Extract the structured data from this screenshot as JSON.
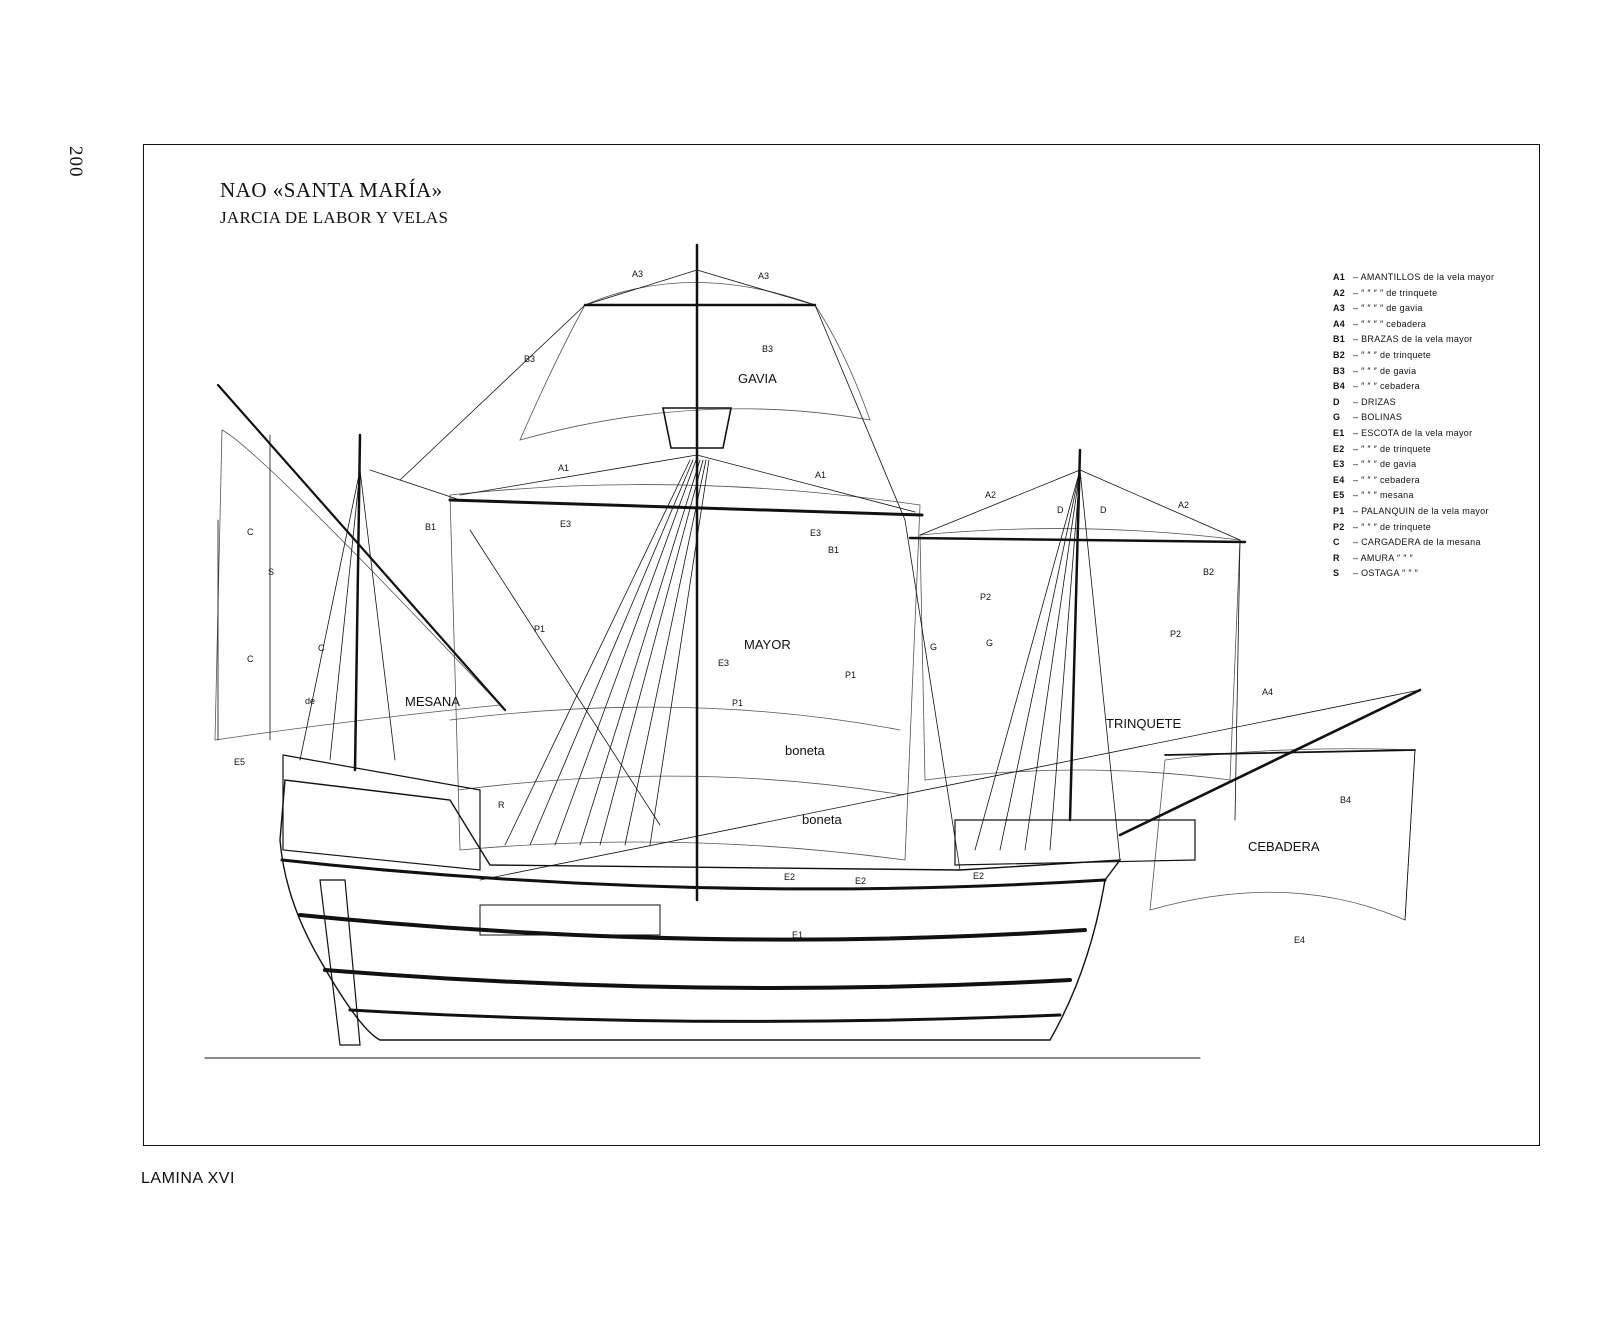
{
  "page": {
    "number": "200",
    "plate_label": "LAMINA XVI"
  },
  "title": "NAO «SANTA MARÍA»",
  "subtitle": "JARCIA DE LABOR Y VELAS",
  "sails": {
    "gavia": "GAVIA",
    "mayor": "MAYOR",
    "boneta_1": "boneta",
    "boneta_2": "boneta",
    "mesana": "MESANA",
    "trinquete": "TRINQUETE",
    "cebadera": "CEBADERA"
  },
  "rope_labels": {
    "a3_left": "A3",
    "a3_right": "A3",
    "b3_left": "B3",
    "b3_right": "B3",
    "a1_left": "A1",
    "a1_right": "A1",
    "e3_left": "E3",
    "e3_right": "E3",
    "b1_left": "B1",
    "b1_right": "B1",
    "p1_left": "P1",
    "p1_right": "P1",
    "p1_mid": "P1",
    "e3_mid": "E3",
    "a2_left": "A2",
    "a2_right": "A2",
    "d_left": "D",
    "d_right": "D",
    "p2_left": "P2",
    "p2_right": "P2",
    "b2": "B2",
    "g_left": "G",
    "g_right": "G",
    "a4": "A4",
    "b4": "B4",
    "e4": "E4",
    "e5": "E5",
    "e1": "E1",
    "e2_a": "E2",
    "e2_b": "E2",
    "e2_c": "E2",
    "r": "R",
    "c_1": "C",
    "c_2": "C",
    "c_3": "C",
    "s": "S",
    "de": "de"
  },
  "legend": [
    {
      "code": "A1",
      "text": "– AMANTILLOS de la vela mayor"
    },
    {
      "code": "A2",
      "text": "–   ″   ″ ″ ″ de trinquete"
    },
    {
      "code": "A3",
      "text": "–   ″   ″ ″ ″ de gavia"
    },
    {
      "code": "A4",
      "text": "–   ″   ″ ″ ″ cebadera"
    },
    {
      "code": "B1",
      "text": "– BRAZAS de la vela mayor"
    },
    {
      "code": "B2",
      "text": "–  ″  ″  ″ de trinquete"
    },
    {
      "code": "B3",
      "text": "–  ″  ″  ″ de gavia"
    },
    {
      "code": "B4",
      "text": "–  ″  ″  ″ cebadera"
    },
    {
      "code": "D",
      "text": "– DRIZAS"
    },
    {
      "code": "G",
      "text": "– BOLINAS"
    },
    {
      "code": "E1",
      "text": "– ESCOTA de la vela mayor"
    },
    {
      "code": "E2",
      "text": "–  ″  ″  ″ de trinquete"
    },
    {
      "code": "E3",
      "text": "–  ″  ″  ″ de gavia"
    },
    {
      "code": "E4",
      "text": "–  ″  ″  ″ cebadera"
    },
    {
      "code": "E5",
      "text": "–  ″  ″  ″ mesana"
    },
    {
      "code": "P1",
      "text": "– PALANQUIN de la vela mayor"
    },
    {
      "code": "P2",
      "text": "–  ″  ″  ″ de trinquete"
    },
    {
      "code": "C",
      "text": "– CARGADERA de la mesana"
    },
    {
      "code": "R",
      "text": "– AMURA  ″  ″  ″"
    },
    {
      "code": "S",
      "text": "– OSTAGA  ″  ″  ″"
    }
  ]
}
